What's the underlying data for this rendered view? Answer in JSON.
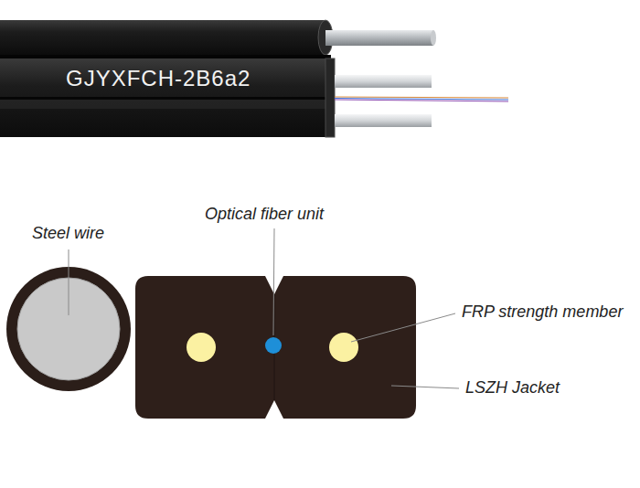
{
  "diagram": {
    "labels": [
      "GJYXFCH-2B6a2",
      "Steel wire",
      "Optical fiber unit",
      "FRP strength member",
      "LSZH Jacket"
    ]
  }
}
